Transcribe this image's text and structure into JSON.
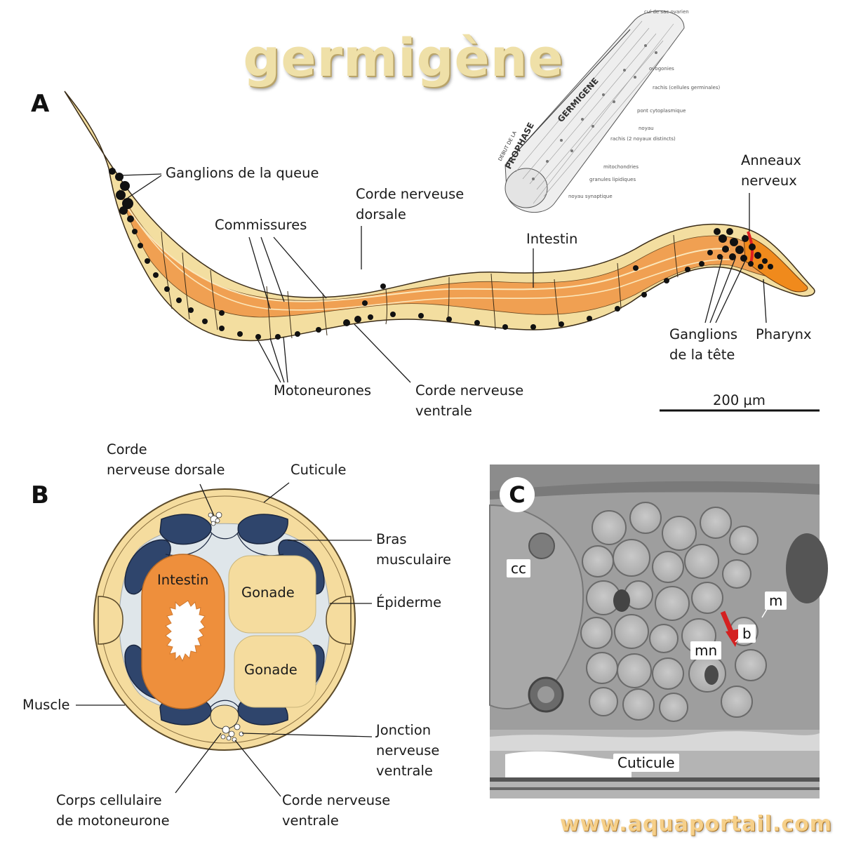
{
  "title": "germigène",
  "panels": {
    "a": {
      "letter": "A",
      "labels": {
        "tail_ganglia": "Ganglions de la queue",
        "commissures": "Commissures",
        "dorsal_cord": "Corde nerveuse\ndorsale",
        "intestine": "Intestin",
        "nerve_rings": "Anneaux\nnerveux",
        "head_ganglia": "Ganglions\nde la tête",
        "pharynx": "Pharynx",
        "motoneurons": "Motoneurones",
        "ventral_cord": "Corde nerveuse\nventrale",
        "scale": "200 µm"
      },
      "inset": {
        "germigene": "GERMIGENE",
        "prophase": "PROPHASE",
        "debut": "DEBUT DE LA",
        "notes": [
          "cul de sac ovarien",
          "ovogonies",
          "rachis (cellules germinales)",
          "pont cytoplasmique",
          "noyau",
          "rachis (2 noyaux distincts)",
          "mitochondries",
          "granules lipidiques",
          "noyau synaptique"
        ]
      }
    },
    "b": {
      "letter": "B",
      "labels": {
        "dorsal_cord": "Corde\nnerveuse dorsale",
        "cuticle": "Cuticule",
        "muscle_arm": "Bras\nmusculaire",
        "epidermis": "Épiderme",
        "intestine": "Intestin",
        "gonad1": "Gonade",
        "gonad2": "Gonade",
        "muscle": "Muscle",
        "ventral_junction": "Jonction\nnerveuse\nventrale",
        "motoneuron_body": "Corps cellulaire\nde motoneurone",
        "ventral_cord": "Corde nerveuse\nventrale"
      }
    },
    "c": {
      "letter": "C",
      "labels": {
        "cc": "cc",
        "m": "m",
        "b": "b",
        "mn": "mn",
        "cuticle": "Cuticule"
      }
    }
  },
  "footer": {
    "url": "www.aquaportail.com"
  },
  "colors": {
    "body_pale": "#f3dea0",
    "body_orange": "#f0a052",
    "intestine": "#ee8f3c",
    "muscle": "#2f456c",
    "gonad": "#f5dc9e",
    "pharynx": "#f08a1c",
    "arrow": "#d42020"
  }
}
